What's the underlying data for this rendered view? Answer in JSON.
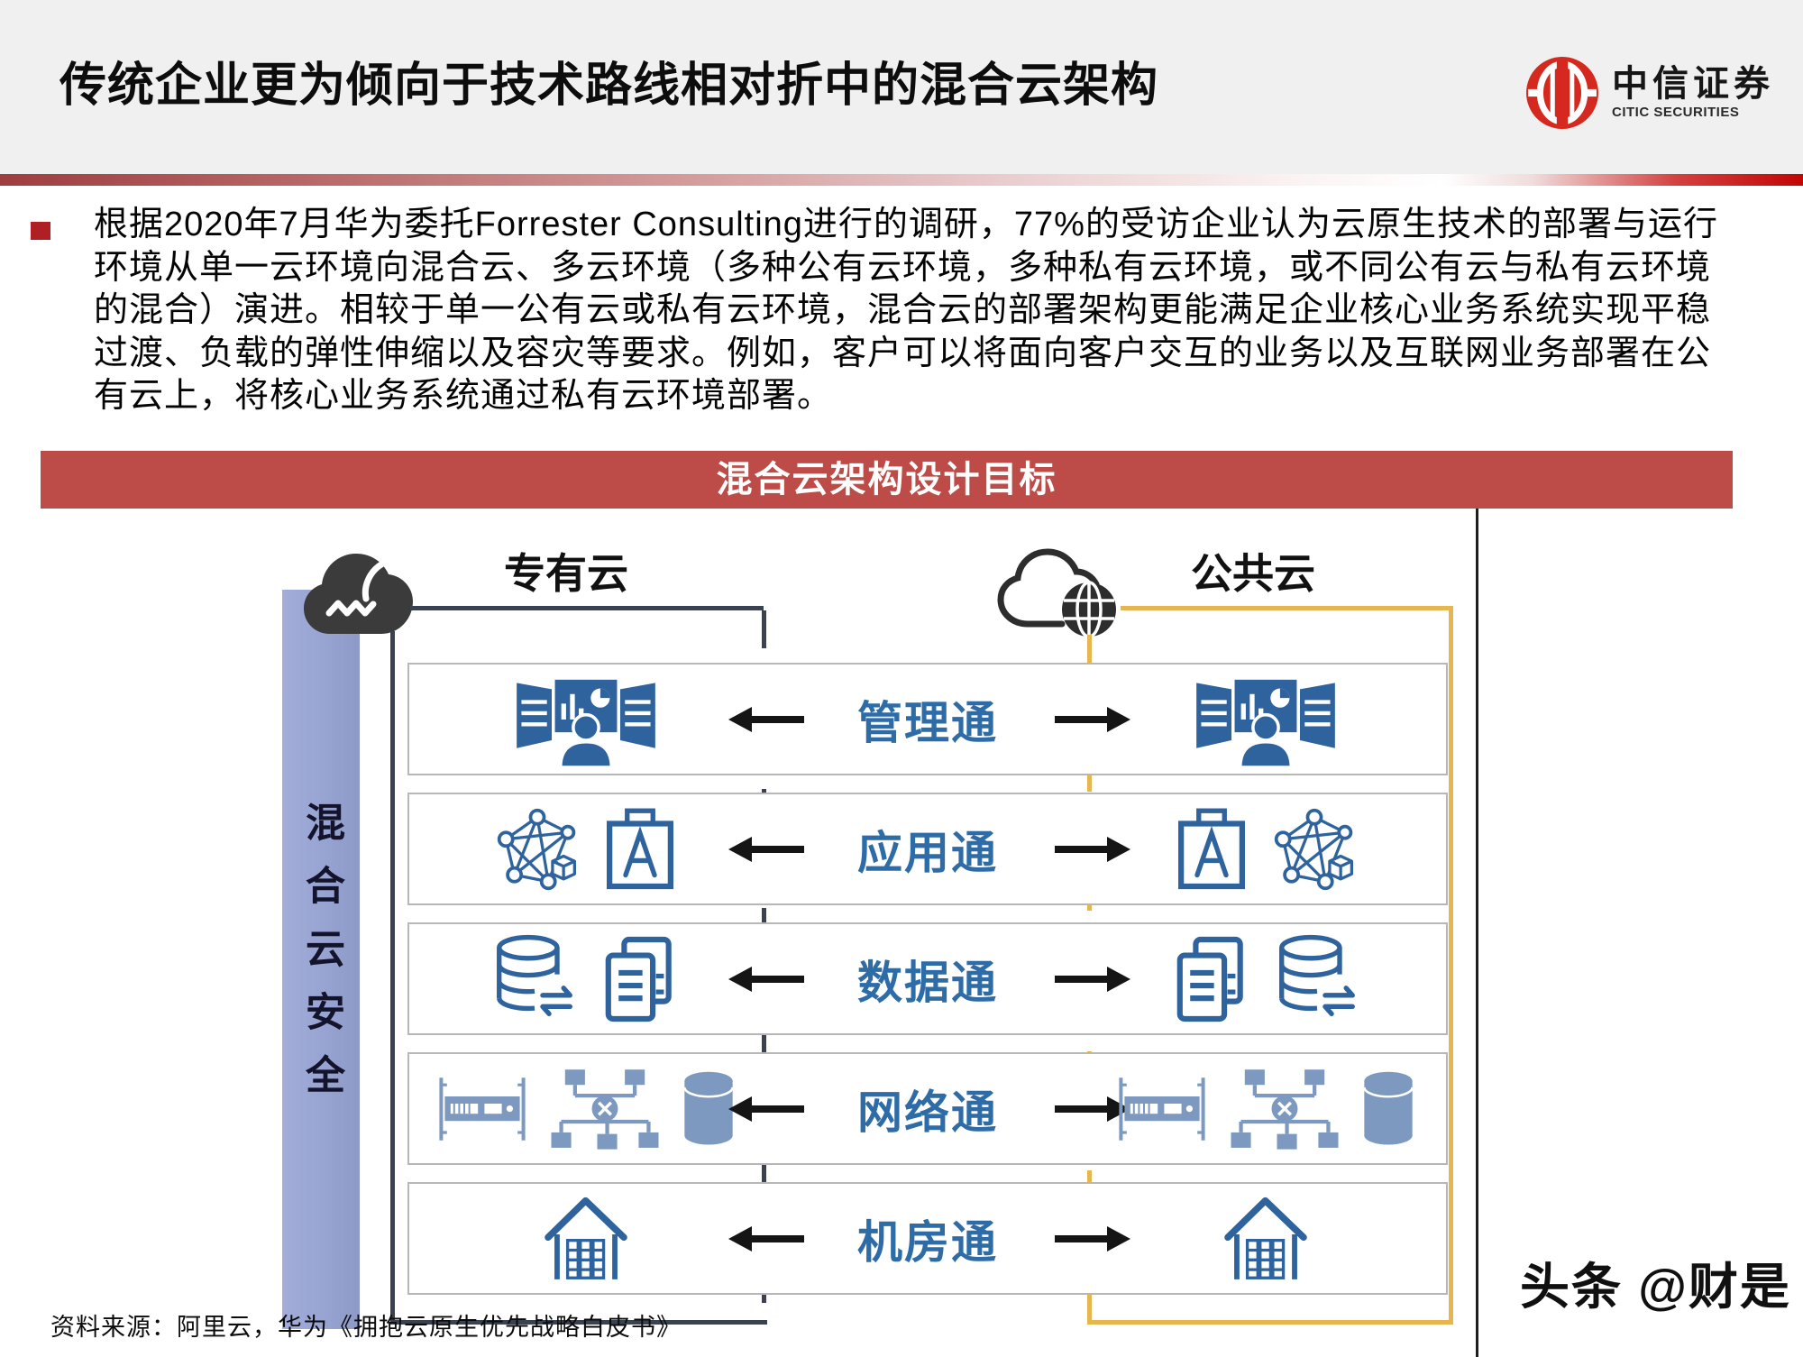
{
  "header": {
    "title": "传统企业更为倾向于技术路线相对折中的混合云架构",
    "logo": {
      "cn": "中信证券",
      "en": "CITIC SECURITIES",
      "brand_red": "#d5281e"
    }
  },
  "paragraph": {
    "lines": [
      "根据2020年7月华为委托Forrester Consulting进行的调研，77%的受访企业认为云原生技术的部署与运行",
      "环境从单一云环境向混合云、多云环境（多种公有云环境，多种私有云环境，或不同公有云与私有云环境",
      "的混合）演进。相较于单一公有云或私有云环境，混合云的部署架构更能满足企业核心业务系统实现平稳",
      "过渡、负载的弹性伸缩以及容灾等要求。例如，客户可以将面向客户交互的业务以及互联网业务部署在公",
      "有云上，将核心业务系统通过私有云环境部署。"
    ]
  },
  "banner": {
    "label": "混合云架构设计目标",
    "color": "#bd4b47"
  },
  "diagram": {
    "private_cloud_label": "专有云",
    "public_cloud_label": "公共云",
    "security_bar_label": "混合云安全",
    "colors": {
      "private_line": "#39424e",
      "public_line": "#e7b64e",
      "label_blue": "#2e6ca8",
      "icon_blue": "#2e639e",
      "icon_light_blue": "#7d99c0",
      "security_bar": "#97a3d1"
    },
    "rows": [
      {
        "label": "管理通",
        "left_icons": [
          "monitor-wall-person-icon"
        ],
        "right_icons": [
          "monitor-wall-person-icon"
        ]
      },
      {
        "label": "应用通",
        "left_icons": [
          "network-molecule-icon",
          "briefcase-a-icon"
        ],
        "right_icons": [
          "briefcase-a-icon",
          "network-molecule-icon"
        ]
      },
      {
        "label": "数据通",
        "left_icons": [
          "database-sync-icon",
          "documents-icon"
        ],
        "right_icons": [
          "documents-icon",
          "database-sync-icon"
        ]
      },
      {
        "label": "网络通",
        "left_icons": [
          "switch-rack-icon",
          "network-topology-icon",
          "database-cylinder-icon"
        ],
        "right_icons": [
          "switch-rack-icon",
          "network-topology-icon",
          "database-cylinder-icon"
        ]
      },
      {
        "label": "机房通",
        "left_icons": [
          "datacenter-building-icon"
        ],
        "right_icons": [
          "datacenter-building-icon"
        ]
      }
    ]
  },
  "footer": {
    "source": "资料来源：阿里云，华为《拥抱云原生优先战略白皮书》",
    "watermark": "头条 @财是"
  }
}
